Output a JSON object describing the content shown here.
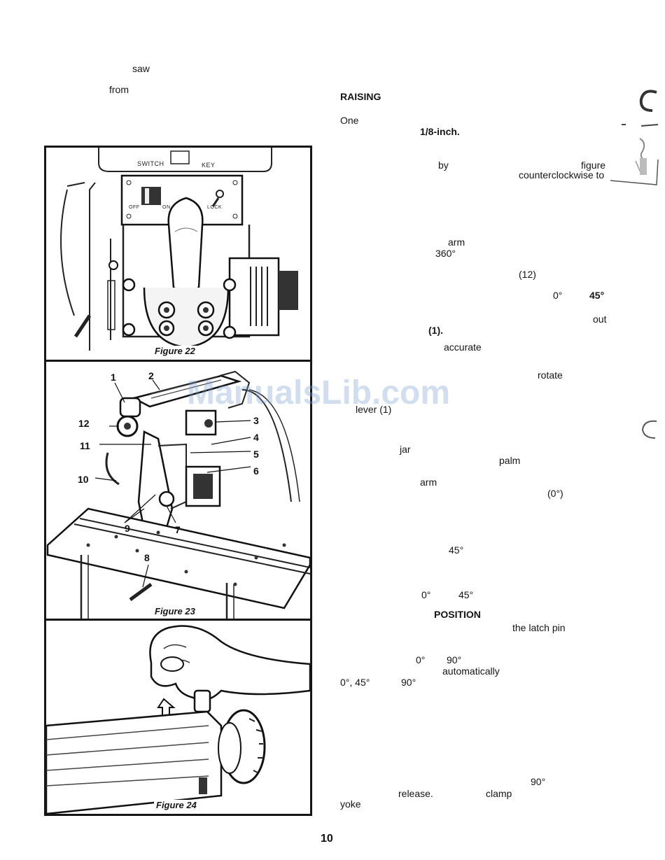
{
  "left_text": [
    {
      "text": "saw",
      "id": "saw"
    },
    {
      "text": "from",
      "id": "from"
    }
  ],
  "right_text": {
    "raising": "RAISING",
    "one": "One",
    "eighth": "1/8-inch.",
    "by": "by",
    "figure": "figure",
    "counterclockwise": "counterclockwise to",
    "arm1": "arm",
    "deg360": "360°",
    "num12": "(12)",
    "deg0a": "0°",
    "deg45a": "45°",
    "out": "out",
    "num1": "(1).",
    "accurate": "accurate",
    "rotate": "rotate",
    "lever": "lever (1)",
    "jar": "jar",
    "palm": "palm",
    "arm2": "arm",
    "deg0b": "(0°)",
    "deg45b": "45°",
    "deg0c": "0°",
    "deg45c": "45°",
    "position": "POSITION",
    "latchpin": "the latch pin",
    "deg0d": "0°",
    "deg90a": "90°",
    "automatically": "automatically",
    "angles": "0°, 45°",
    "deg90b": "90°",
    "deg90c": "90°",
    "release": "release.",
    "clamp": "clamp",
    "yoke": "yoke"
  },
  "figures": {
    "fig22": {
      "caption": "Figure 22",
      "switch_label": "SWITCH",
      "key_label": "KEY",
      "off_label": "OFF",
      "on_label": "ON",
      "lock_label": "LOCK"
    },
    "fig23": {
      "caption": "Figure 23",
      "callouts": [
        "1",
        "2",
        "3",
        "4",
        "5",
        "6",
        "7",
        "8",
        "9",
        "10",
        "11",
        "12"
      ]
    },
    "fig24": {
      "caption": "Figure 24"
    }
  },
  "watermark": "ManualsLib.com",
  "page_number": "10"
}
